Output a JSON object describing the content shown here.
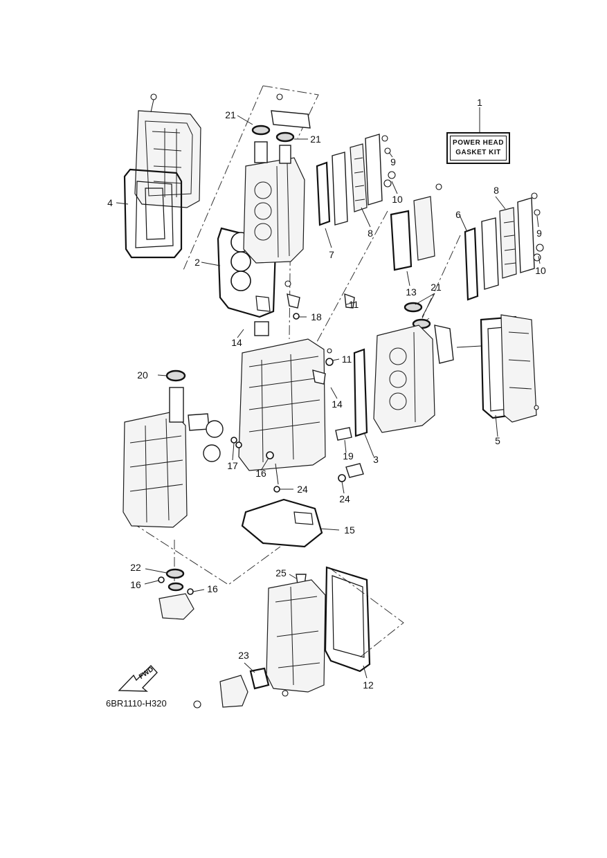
{
  "kit_box": {
    "line1": "POWER HEAD",
    "line2": "GASKET KIT"
  },
  "diagram_code": "6BR1110-H320",
  "fwd_label": "FWD",
  "callouts": {
    "c1": "1",
    "c2": "2",
    "c3": "3",
    "c4": "4",
    "c5": "5",
    "c6": "6",
    "c7": "7",
    "c8a": "8",
    "c8b": "8",
    "c9a": "9",
    "c9b": "9",
    "c10a": "10",
    "c10b": "10",
    "c11a": "11",
    "c11b": "11",
    "c12": "12",
    "c13": "13",
    "c14a": "14",
    "c14b": "14",
    "c15": "15",
    "c16a": "16",
    "c16b": "16",
    "c16c": "16",
    "c17": "17",
    "c18": "18",
    "c19": "19",
    "c20": "20",
    "c21a": "21",
    "c21b": "21",
    "c21c": "21",
    "c22": "22",
    "c23": "23",
    "c24a": "24",
    "c24b": "24",
    "c25": "25"
  }
}
